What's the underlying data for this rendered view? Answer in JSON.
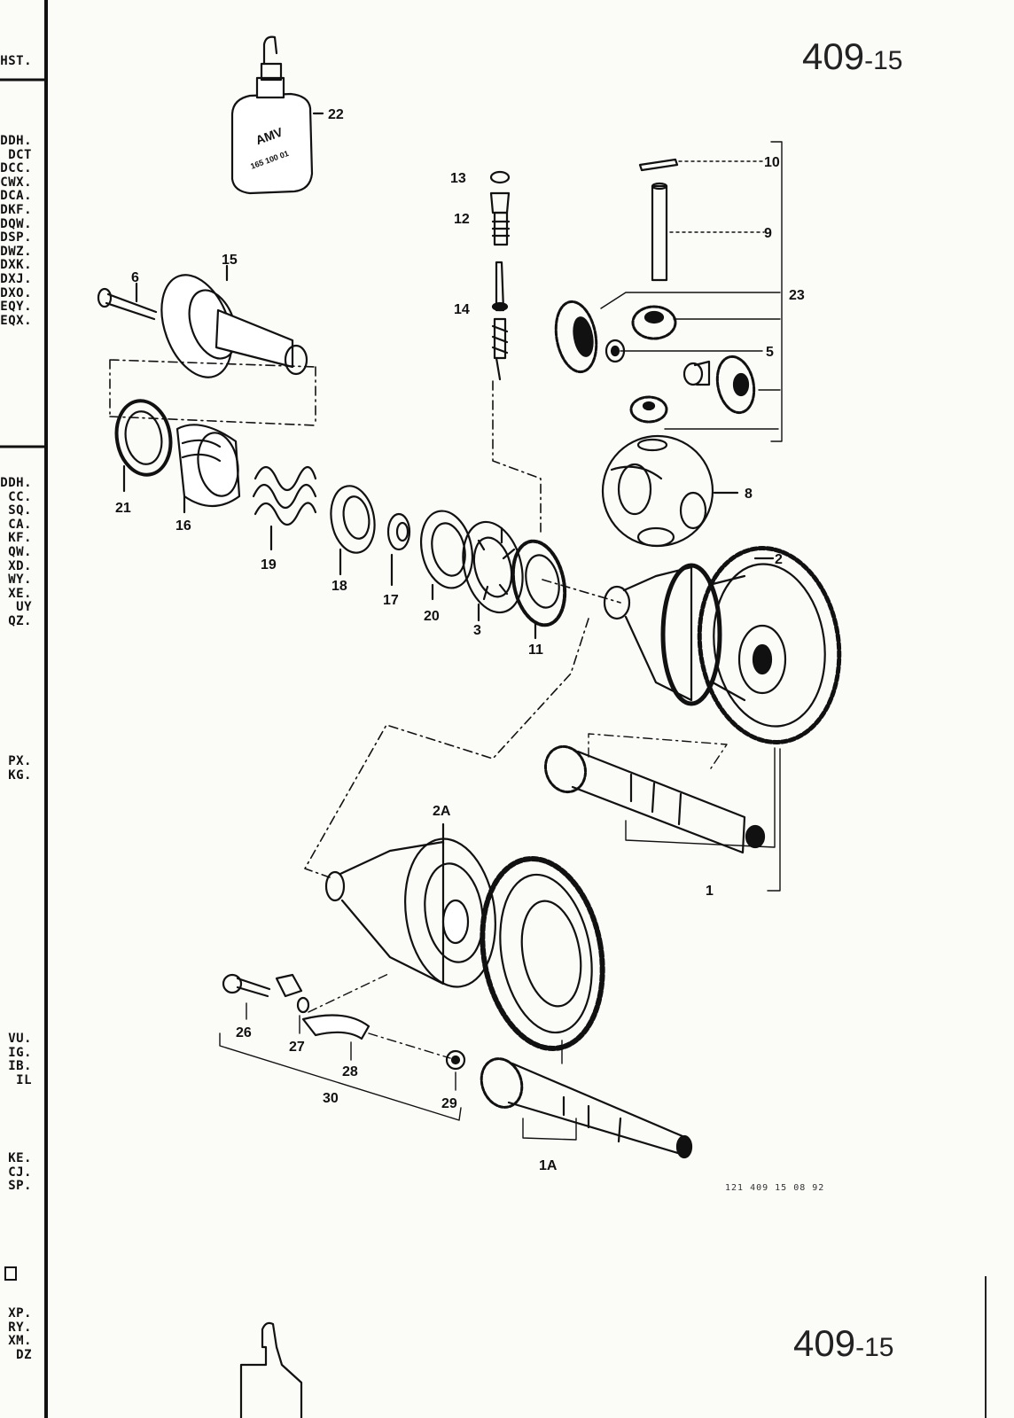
{
  "page_number": {
    "main": "409",
    "sub": "-15"
  },
  "bottom_page_number": {
    "main": "409",
    "sub": "-15"
  },
  "reference_text": "121  409 15   08 92",
  "bottle_text": {
    "line1": "AMV",
    "line2": "165 100 01"
  },
  "side_codes": {
    "group_top": [
      "HST."
    ],
    "group_a": [
      "DDH.",
      "DCT",
      "DCC.",
      "CWX.",
      "DCA.",
      "DKF.",
      "DQW.",
      "DSP.",
      "DWZ.",
      "DXK.",
      "DXJ.",
      "DXO.",
      "EQY.",
      "EQX."
    ],
    "group_b": [
      "DDH.",
      "CC.",
      "SQ.",
      "CA.",
      "KF.",
      "QW.",
      "XD.",
      "WY.",
      "XE.",
      "UY",
      "QZ."
    ],
    "group_c": [
      "PX.",
      "KG."
    ],
    "group_d": [
      "VU.",
      "IG.",
      "IB.",
      "IL"
    ],
    "group_e": [
      "KE.",
      "CJ.",
      "SP."
    ],
    "group_f": [
      "XP.",
      "RY.",
      "XM.",
      "DZ"
    ]
  },
  "callouts": [
    "1",
    "1A",
    "2",
    "2A",
    "3",
    "5",
    "6",
    "8",
    "9",
    "10",
    "11",
    "12",
    "13",
    "14",
    "15",
    "16",
    "17",
    "18",
    "19",
    "20",
    "21",
    "22",
    "23",
    "26",
    "27",
    "28",
    "29",
    "30"
  ]
}
